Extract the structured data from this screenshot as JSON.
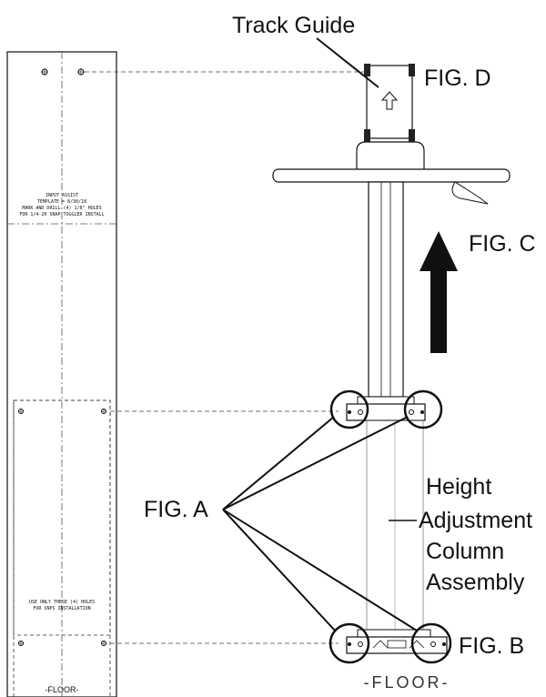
{
  "labels": {
    "track_guide": "Track Guide",
    "fig_a": "FIG. A",
    "fig_b": "FIG. B",
    "fig_c": "FIG. C",
    "fig_d": "FIG. D",
    "height_1": "Height",
    "height_2": "Adjustment",
    "height_3": "Column",
    "height_4": "Assembly",
    "floor_column": "-FLOOR-",
    "floor_template": "-FLOOR-"
  },
  "template": {
    "title_line1": "INPUT ASSIST",
    "title_line2": "TEMPLATE = 8/30/18",
    "title_line3": "MARK AND DRILL (4) 1/8\" HOLES",
    "title_line4": "FOR 1/4-20 SNAP TOGGLER INSTALL",
    "note_line1": "USE ONLY THESE (4) HOLES",
    "note_line2": "FOR SNPS INSTALLATION"
  },
  "colors": {
    "line": "#111111",
    "arrow": "#111111",
    "background": "#ffffff"
  }
}
